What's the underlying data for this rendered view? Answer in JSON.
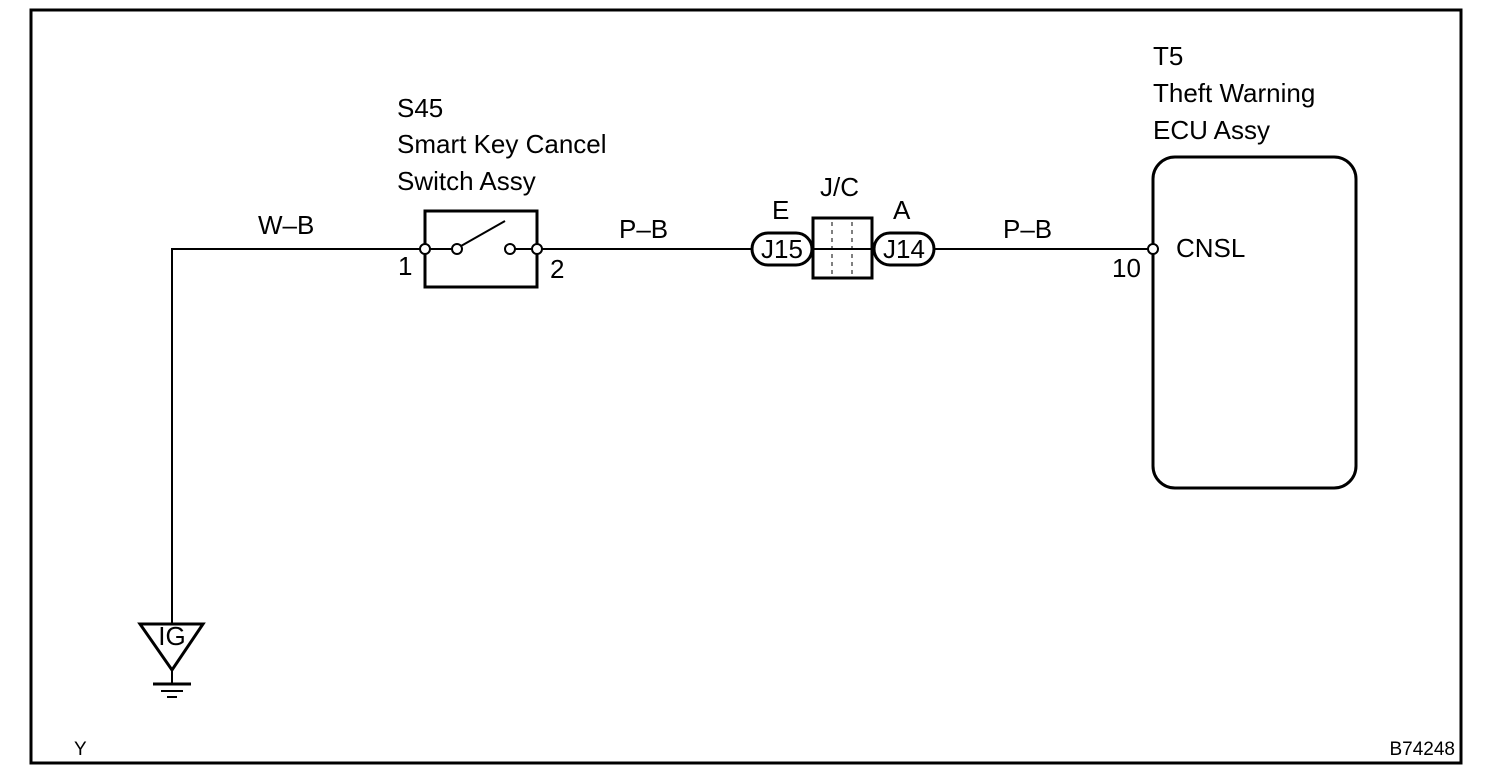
{
  "components": {
    "switch": {
      "code": "S45",
      "name_line1": "Smart Key Cancel",
      "name_line2": "Switch Assy",
      "pin1": "1",
      "pin2": "2"
    },
    "junction": {
      "title": "J/C",
      "left_connector": "E",
      "right_connector": "A",
      "left_label": "J15",
      "right_label": "J14"
    },
    "ecu": {
      "code": "T5",
      "name_line1": "Theft Warning",
      "name_line2": "ECU Assy",
      "pin": "10",
      "terminal": "CNSL"
    },
    "ground": {
      "label": "IG"
    }
  },
  "wires": {
    "w1": "W–B",
    "w2": "P–B",
    "w3": "P–B"
  },
  "footer": {
    "left": "Y",
    "right": "B74248"
  }
}
